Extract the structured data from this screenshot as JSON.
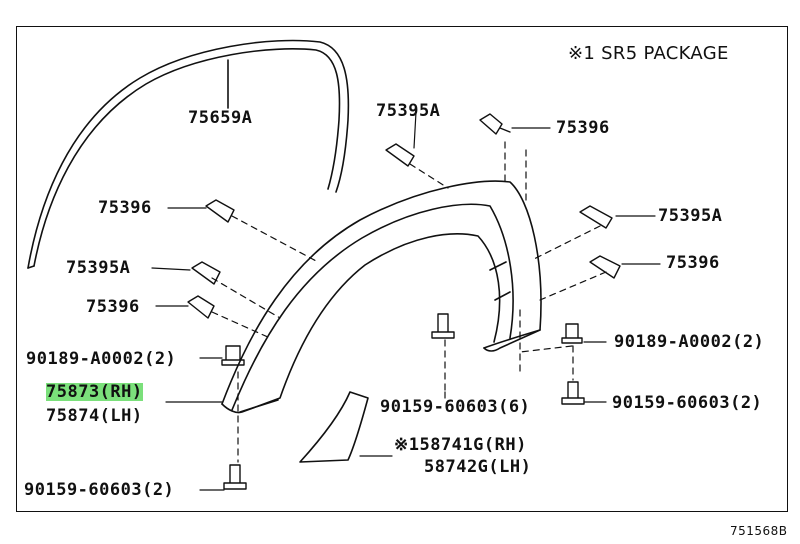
{
  "note": "※1 SR5 PACKAGE",
  "figure_code": "751568B",
  "labels": {
    "molding": "75659A",
    "clip_top_a": "75395A",
    "clip_top_b": "75396",
    "clip_left_1": "75396",
    "clip_left_2": "75395A",
    "clip_left_3": "75396",
    "clip_right_1": "75395A",
    "clip_right_2": "75396",
    "bolt_left": "90189-A0002(2)",
    "flare_rh": "75873(RH)",
    "flare_lh": "75874(LH)",
    "screw_bottom_left": "90159-60603(2)",
    "screw_center": "90159-60603(6)",
    "bolt_right": "90189-A0002(2)",
    "screw_right": "90159-60603(2)",
    "mudguard_rh": "※158741G(RH)",
    "mudguard_lh": "58742G(LH)"
  },
  "colors": {
    "highlight": "#7be07b",
    "ink": "#111111"
  }
}
